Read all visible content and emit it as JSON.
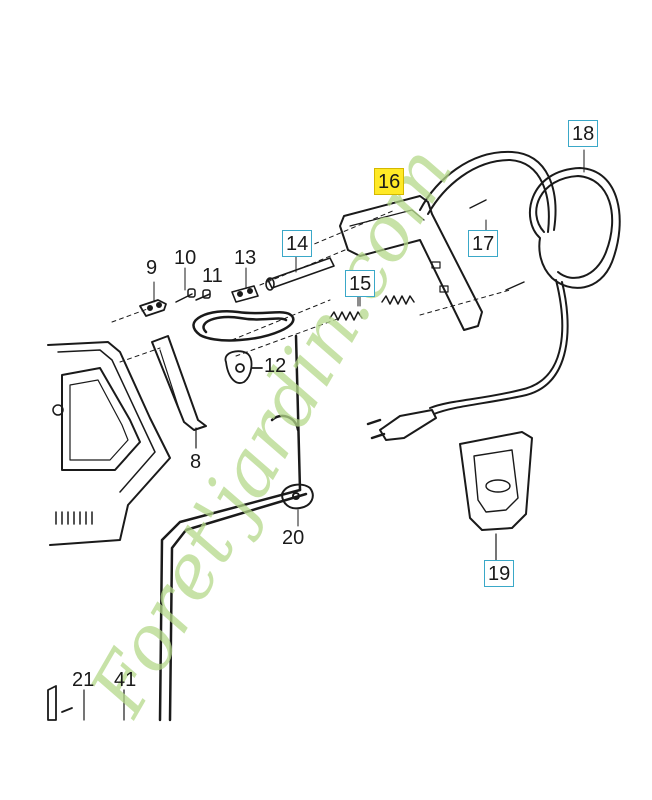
{
  "parts": [
    {
      "id": "p8",
      "label": "8",
      "highlighted": false,
      "boxed": false
    },
    {
      "id": "p9",
      "label": "9",
      "highlighted": false,
      "boxed": false
    },
    {
      "id": "p10",
      "label": "10",
      "highlighted": false,
      "boxed": false
    },
    {
      "id": "p11",
      "label": "11",
      "highlighted": false,
      "boxed": false
    },
    {
      "id": "p12",
      "label": "12",
      "highlighted": false,
      "boxed": false
    },
    {
      "id": "p13",
      "label": "13",
      "highlighted": false,
      "boxed": false
    },
    {
      "id": "p14",
      "label": "14",
      "highlighted": false,
      "boxed": true
    },
    {
      "id": "p15",
      "label": "15",
      "highlighted": false,
      "boxed": true
    },
    {
      "id": "p16",
      "label": "16",
      "highlighted": true,
      "boxed": false
    },
    {
      "id": "p17",
      "label": "17",
      "highlighted": false,
      "boxed": true
    },
    {
      "id": "p18",
      "label": "18",
      "highlighted": false,
      "boxed": true
    },
    {
      "id": "p19",
      "label": "19",
      "highlighted": false,
      "boxed": true
    },
    {
      "id": "p20",
      "label": "20",
      "highlighted": false,
      "boxed": false
    },
    {
      "id": "p21",
      "label": "21",
      "highlighted": false,
      "boxed": false
    },
    {
      "id": "p41",
      "label": "41",
      "highlighted": false,
      "boxed": false
    }
  ],
  "watermark": {
    "text": "Foret'jardin.com",
    "color": "#b5d98a"
  },
  "colors": {
    "highlight": "#ffe926",
    "box_border": "#3aa8c8",
    "line": "#1a1a1a"
  }
}
